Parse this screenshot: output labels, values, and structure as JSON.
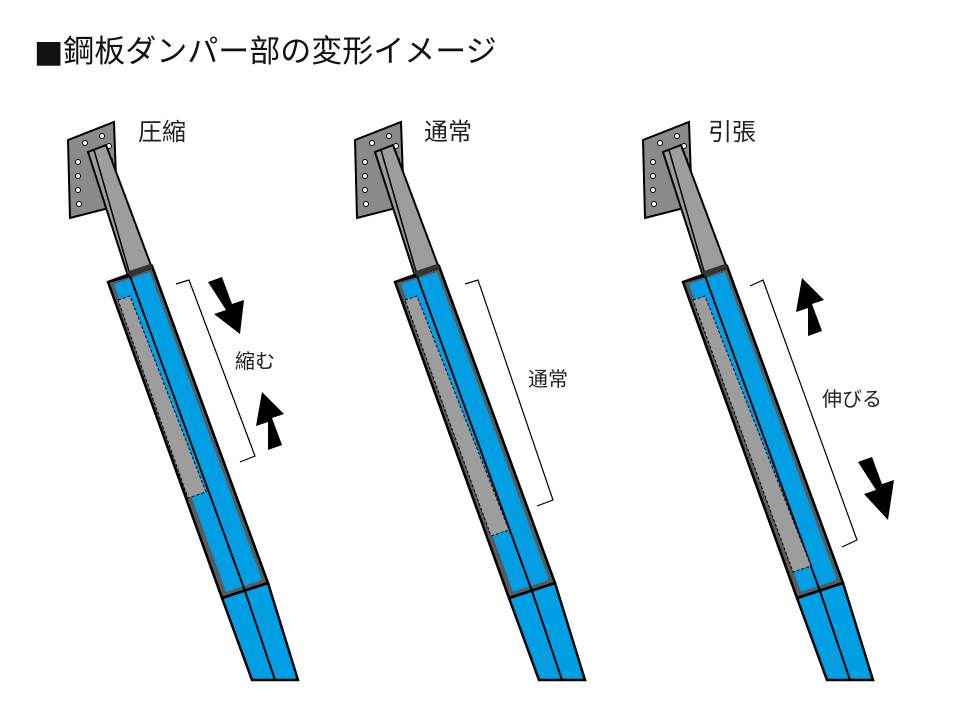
{
  "title": "■鋼板ダンパー部の変形イメージ",
  "colors": {
    "blue": "#009fe3",
    "gray": "#9d9d9d",
    "dark_gray": "#5a5a5a",
    "plate": "#8a8a8a"
  },
  "dampers": [
    {
      "label": "圧縮",
      "state_label": "縮む",
      "arrows": "inward"
    },
    {
      "label": "通常",
      "state_label": "通常",
      "arrows": "none"
    },
    {
      "label": "引張",
      "state_label": "伸びる",
      "arrows": "outward"
    }
  ]
}
